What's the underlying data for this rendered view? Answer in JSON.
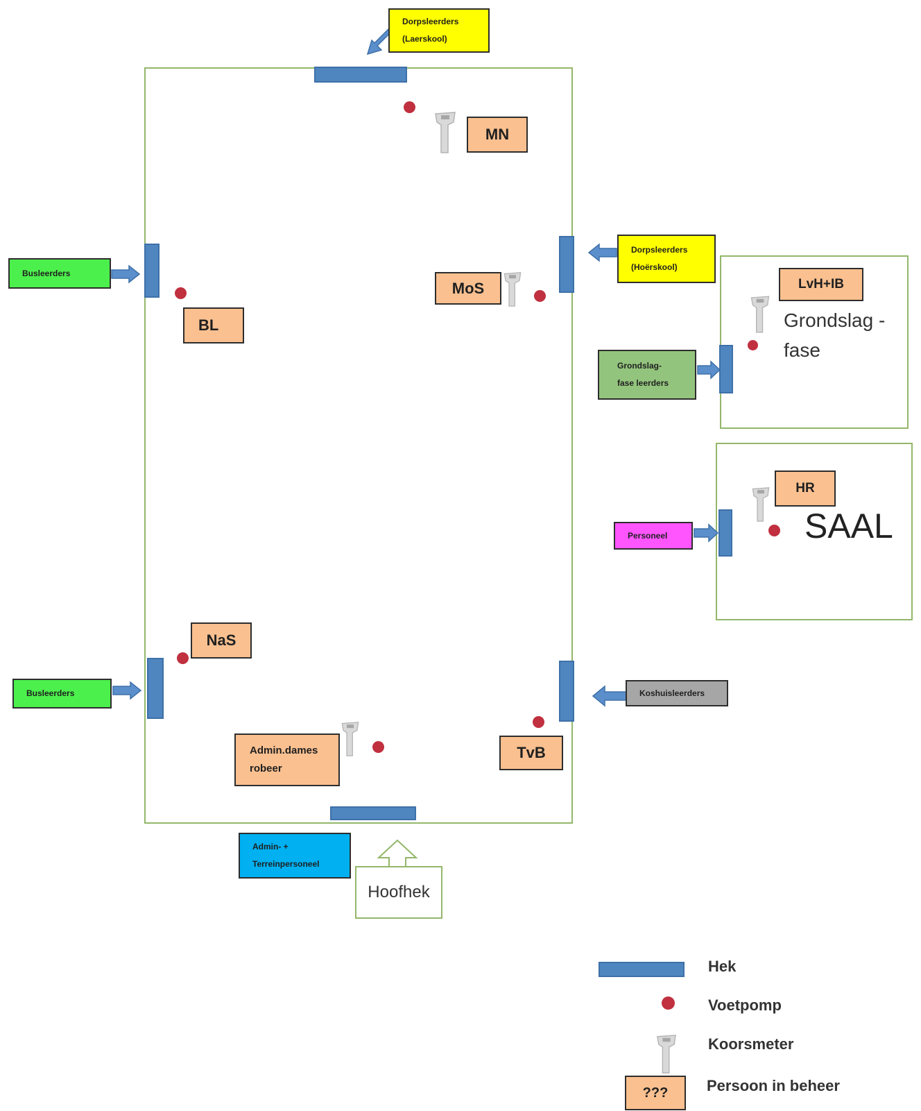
{
  "colors": {
    "hek": "#4f86c0",
    "voetpomp": "#c0303f",
    "persoon": "#fac090",
    "dorpsleerders": "#ffff00",
    "busleerders": "#4cf04c",
    "grondslag": "#93c47d",
    "personeel": "#ff55ff",
    "kosthuisleerders": "#a6a6a6",
    "admin": "#00b0f0",
    "frame": "#93b76a"
  },
  "personen": {
    "mn": "MN",
    "mos": "MoS",
    "bl": "BL",
    "nas": "NaS",
    "tvb": "TvB",
    "admin_dames": "Admin.dames\nrobeer",
    "lvh_ib": "LvH+IB",
    "hr": "HR"
  },
  "groepen": {
    "dorpsleerders_laerskool": "Dorpsleerders\n(Laerskool)",
    "dorpsleerders_hoerskool": "Dorpsleerders\n(Hoërskool)",
    "busleerders_top": "Busleerders",
    "busleerders_bottom": "Busleerders",
    "grondslag_leerders": "Grondslag-\nfase leerders",
    "personeel": "Personeel",
    "kosthuisleerders": "Koshuisleerders",
    "admin_terrein": "Admin- +\nTerreinpersoneel"
  },
  "gebouwe": {
    "grondslag": "Grondslag -\nfase",
    "saal": "SAAL"
  },
  "hoofhek": "Hoofhek",
  "legend": {
    "hek": "Hek",
    "voetpomp": "Voetpomp",
    "koorsmeter": "Koorsmeter",
    "persoon_sample": "???",
    "persoon": "Persoon in beheer"
  }
}
